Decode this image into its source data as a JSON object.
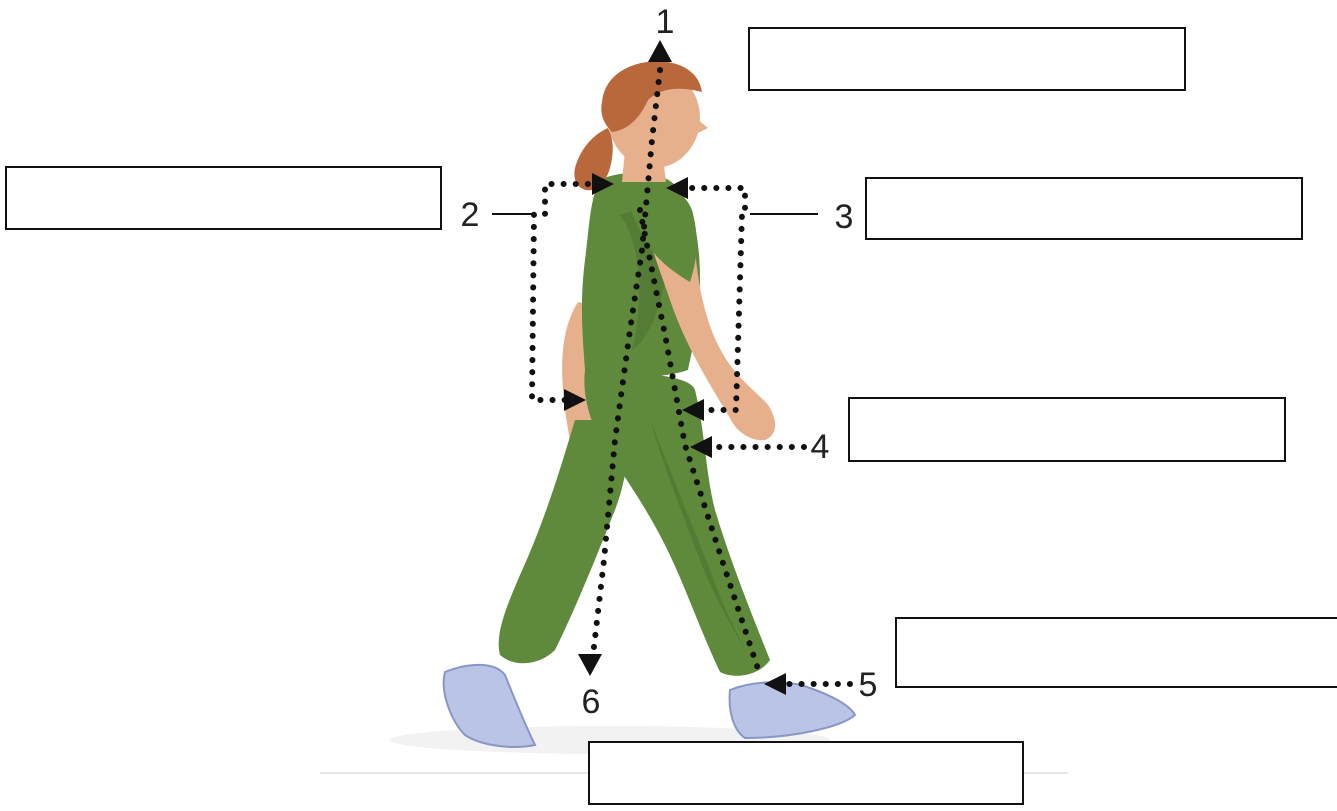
{
  "diagram": {
    "labels": [
      "1",
      "2",
      "3",
      "4",
      "5",
      "6"
    ],
    "answer_boxes": [
      {
        "for_label": "1",
        "value": ""
      },
      {
        "for_label": "2",
        "value": ""
      },
      {
        "for_label": "3",
        "value": ""
      },
      {
        "for_label": "4",
        "value": ""
      },
      {
        "for_label": "5",
        "value": ""
      },
      {
        "for_label": "6",
        "value": ""
      }
    ],
    "colors": {
      "outfit": "#5f8a3c",
      "outfit_shadow": "#466b2a",
      "skin": "#e7b08c",
      "hair": "#b9683b",
      "shoes": "#b9c4e6",
      "lines": "#111111"
    },
    "icons": [
      "walking-woman-illustration",
      "arrow-up-icon",
      "arrow-down-icon",
      "arrow-left-icon",
      "arrow-right-icon"
    ]
  }
}
